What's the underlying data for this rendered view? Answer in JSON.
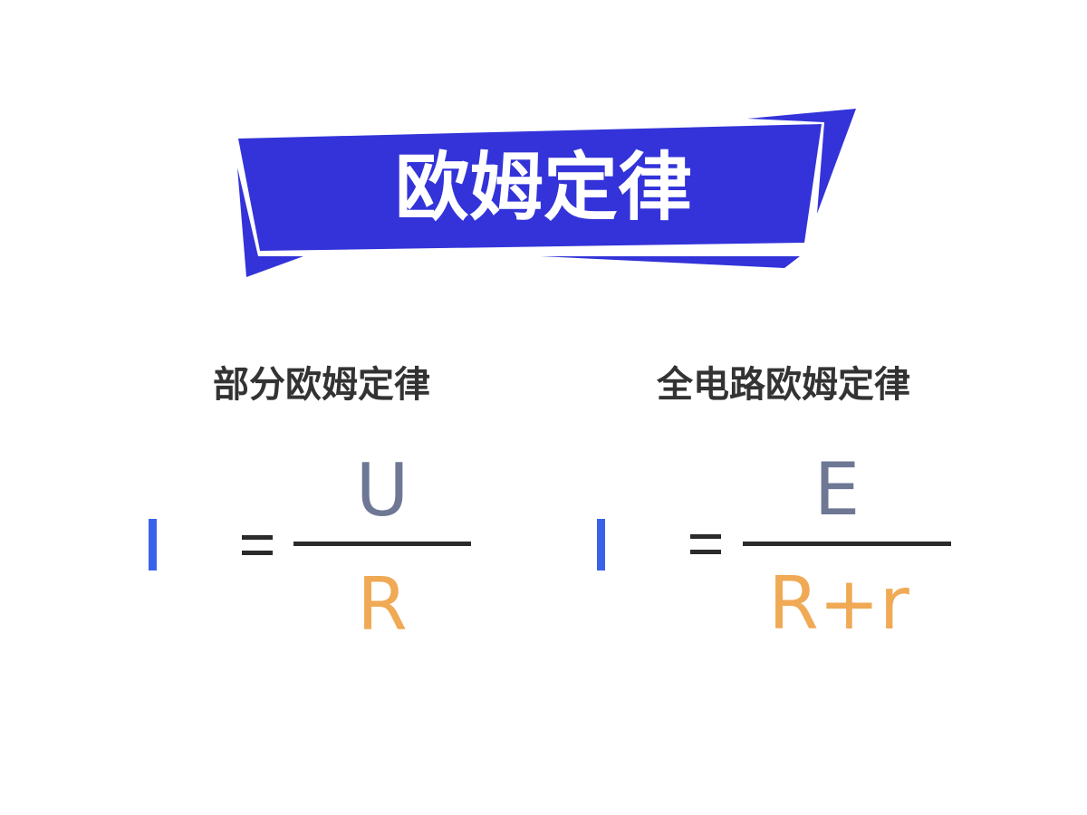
{
  "title": {
    "text": "欧姆定律",
    "banner_color": "#3333d9",
    "text_color": "#ffffff"
  },
  "sections": [
    {
      "heading": "部分欧姆定律",
      "formula": {
        "lhs": "I",
        "equals": "=",
        "numerator": "U",
        "denominator": "R"
      }
    },
    {
      "heading": "全电路欧姆定律",
      "formula": {
        "lhs": "I",
        "equals": "=",
        "numerator": "E",
        "denominator": "R+r"
      }
    }
  ],
  "colors": {
    "current_symbol": "#3a62e8",
    "numerator": "#6e7895",
    "denominator": "#f0a955",
    "heading": "#333333",
    "operator": "#2b2b2b"
  }
}
